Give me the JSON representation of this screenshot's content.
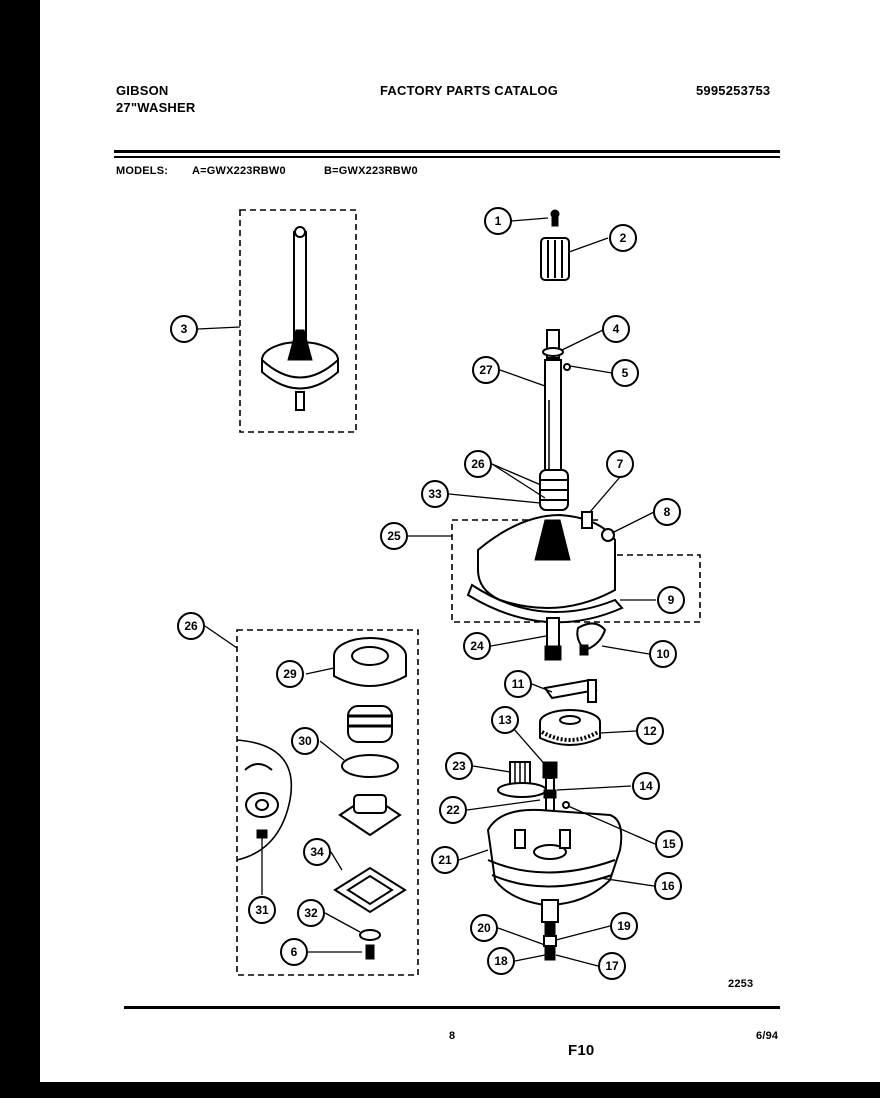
{
  "header": {
    "brand": "GIBSON",
    "product": "27\"WASHER",
    "title": "FACTORY PARTS CATALOG",
    "catalog_number": "5995253753",
    "models_label": "MODELS:",
    "model_a": "A=GWX223RBW0",
    "model_b": "B=GWX223RBW0"
  },
  "callouts": {
    "c1": "1",
    "c2": "2",
    "c3": "3",
    "c4": "4",
    "c5": "5",
    "c6": "6",
    "c7": "7",
    "c8": "8",
    "c9": "9",
    "c10": "10",
    "c11": "11",
    "c12": "12",
    "c13": "13",
    "c14": "14",
    "c15": "15",
    "c16": "16",
    "c17": "17",
    "c18": "18",
    "c19": "19",
    "c20": "20",
    "c21": "21",
    "c22": "22",
    "c23": "23",
    "c24": "24",
    "c25": "25",
    "c26": "26",
    "c27": "27",
    "c29": "29",
    "c30": "30",
    "c31": "31",
    "c32": "32",
    "c33": "33",
    "c34": "34"
  },
  "footer": {
    "diagram_number": "2253",
    "page_number": "8",
    "figure_code": "F10",
    "date": "6/94"
  }
}
